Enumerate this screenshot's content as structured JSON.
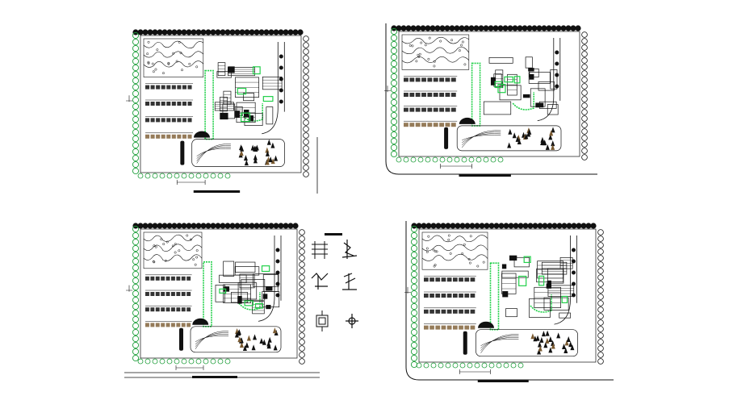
{
  "drawing": {
    "background": "#ffffff",
    "line_color": "#111111",
    "accent_green": "#22d04a",
    "tree_green": "#1e9e3a",
    "plans": [
      {
        "id": "plan-1"
      },
      {
        "id": "plan-2"
      },
      {
        "id": "plan-3"
      },
      {
        "id": "plan-4"
      }
    ],
    "legend": {
      "symbols": [
        "legend-symbol-1",
        "legend-symbol-2",
        "legend-symbol-3",
        "legend-symbol-4",
        "legend-symbol-5",
        "legend-symbol-6"
      ]
    }
  }
}
